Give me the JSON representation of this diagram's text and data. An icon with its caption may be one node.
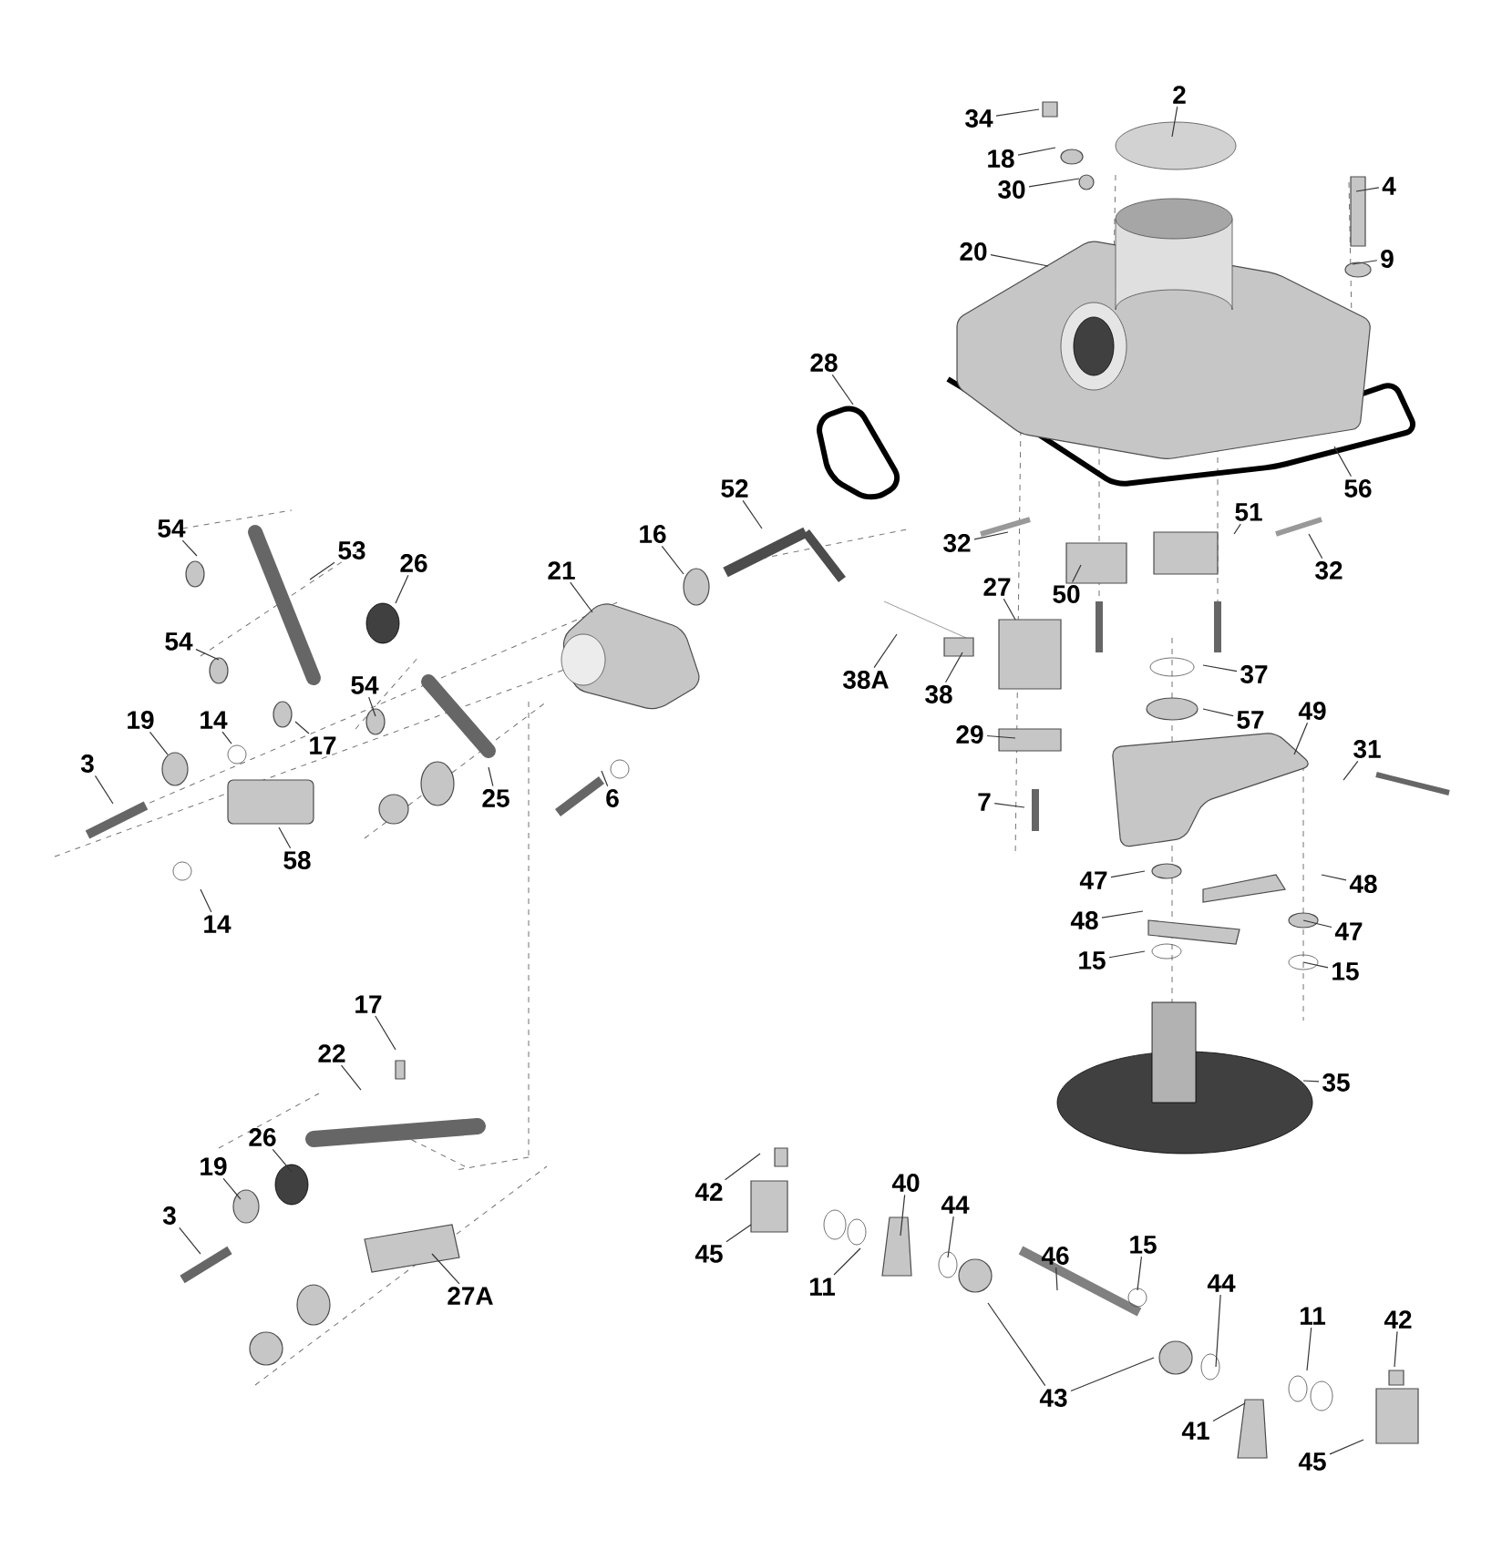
{
  "diagram": {
    "nodes": [
      {
        "text": [
          "34"
        ]
      },
      {
        "text": [
          "18"
        ]
      },
      {
        "text": [
          "30"
        ]
      },
      {
        "text": [
          "2"
        ]
      },
      {
        "text": [
          "4"
        ]
      },
      {
        "text": [
          "9"
        ]
      },
      {
        "text": [
          "20"
        ]
      },
      {
        "text": [
          "28"
        ]
      },
      {
        "text": [
          "56"
        ]
      },
      {
        "text": [
          "52"
        ]
      },
      {
        "text": [
          "32"
        ]
      },
      {
        "text": [
          "51"
        ]
      },
      {
        "text": [
          "32"
        ]
      },
      {
        "text": [
          "16"
        ]
      },
      {
        "text": [
          "21"
        ]
      },
      {
        "text": [
          "54"
        ]
      },
      {
        "text": [
          "53"
        ]
      },
      {
        "text": [
          "26"
        ]
      },
      {
        "text": [
          "54"
        ]
      },
      {
        "text": [
          "27"
        ]
      },
      {
        "text": [
          "50"
        ]
      },
      {
        "text": [
          "38A"
        ]
      },
      {
        "text": [
          "38"
        ]
      },
      {
        "text": [
          "37"
        ]
      },
      {
        "text": [
          "57"
        ]
      },
      {
        "text": [
          "49"
        ]
      },
      {
        "text": [
          "31"
        ]
      },
      {
        "text": [
          "29"
        ]
      },
      {
        "text": [
          "7"
        ]
      },
      {
        "text": [
          "47"
        ]
      },
      {
        "text": [
          "48"
        ]
      },
      {
        "text": [
          "48"
        ]
      },
      {
        "text": [
          "47"
        ]
      },
      {
        "text": [
          "15"
        ]
      },
      {
        "text": [
          "15"
        ]
      },
      {
        "text": [
          "35"
        ]
      },
      {
        "text": [
          "19"
        ]
      },
      {
        "text": [
          "14"
        ]
      },
      {
        "text": [
          "54"
        ]
      },
      {
        "text": [
          "17"
        ]
      },
      {
        "text": [
          "3"
        ]
      },
      {
        "text": [
          "25"
        ]
      },
      {
        "text": [
          "6"
        ]
      },
      {
        "text": [
          "58"
        ]
      },
      {
        "text": [
          "14"
        ]
      },
      {
        "text": [
          "17"
        ]
      },
      {
        "text": [
          "22"
        ]
      },
      {
        "text": [
          "26"
        ]
      },
      {
        "text": [
          "19"
        ]
      },
      {
        "text": [
          "3"
        ]
      },
      {
        "text": [
          "27A"
        ]
      },
      {
        "text": [
          "42"
        ]
      },
      {
        "text": [
          "45"
        ]
      },
      {
        "text": [
          "40"
        ]
      },
      {
        "text": [
          "44"
        ]
      },
      {
        "text": [
          "11"
        ]
      },
      {
        "text": [
          "46"
        ]
      },
      {
        "text": [
          "15"
        ]
      },
      {
        "text": [
          "43"
        ]
      },
      {
        "text": [
          "44"
        ]
      },
      {
        "text": [
          "11"
        ]
      },
      {
        "text": [
          "42"
        ]
      },
      {
        "text": [
          "41"
        ]
      },
      {
        "text": [
          "45"
        ]
      }
    ],
    "edges": [
      {
        "from": 0,
        "to": null,
        "arrow": "none"
      },
      {
        "from": 1,
        "to": null,
        "arrow": "none"
      },
      {
        "from": 2,
        "to": null,
        "arrow": "none"
      },
      {
        "from": 3,
        "to": null,
        "arrow": "none"
      },
      {
        "from": 4,
        "to": null,
        "arrow": "none"
      },
      {
        "from": 5,
        "to": null,
        "arrow": "none"
      },
      {
        "from": 6,
        "to": null,
        "arrow": "none"
      },
      {
        "from": 7,
        "to": null,
        "arrow": "none"
      },
      {
        "from": 8,
        "to": null,
        "arrow": "none"
      },
      {
        "from": 9,
        "to": null,
        "arrow": "none"
      },
      {
        "from": 10,
        "to": null,
        "arrow": "none"
      },
      {
        "from": 11,
        "to": null,
        "arrow": "none"
      },
      {
        "from": 12,
        "to": null,
        "arrow": "none"
      },
      {
        "from": 13,
        "to": null,
        "arrow": "none"
      },
      {
        "from": 14,
        "to": null,
        "arrow": "none"
      },
      {
        "from": 15,
        "to": null,
        "arrow": "none"
      },
      {
        "from": 16,
        "to": null,
        "arrow": "none"
      },
      {
        "from": 17,
        "to": null,
        "arrow": "none"
      },
      {
        "from": 18,
        "to": null,
        "arrow": "none"
      },
      {
        "from": 19,
        "to": null,
        "arrow": "none"
      },
      {
        "from": 20,
        "to": null,
        "arrow": "none"
      },
      {
        "from": 21,
        "to": null,
        "arrow": "none"
      },
      {
        "from": 22,
        "to": null,
        "arrow": "none"
      },
      {
        "from": 23,
        "to": null,
        "arrow": "none"
      },
      {
        "from": 24,
        "to": null,
        "arrow": "none"
      },
      {
        "from": 25,
        "to": null,
        "arrow": "none"
      },
      {
        "from": 26,
        "to": null,
        "arrow": "none"
      },
      {
        "from": 27,
        "to": null,
        "arrow": "none"
      },
      {
        "from": 28,
        "to": null,
        "arrow": "none"
      },
      {
        "from": 29,
        "to": null,
        "arrow": "none"
      },
      {
        "from": 30,
        "to": null,
        "arrow": "none"
      },
      {
        "from": 31,
        "to": null,
        "arrow": "none"
      },
      {
        "from": 32,
        "to": null,
        "arrow": "none"
      },
      {
        "from": 33,
        "to": null,
        "arrow": "none"
      },
      {
        "from": 34,
        "to": null,
        "arrow": "none"
      },
      {
        "from": 35,
        "to": null,
        "arrow": "none"
      },
      {
        "from": 36,
        "to": null,
        "arrow": "none"
      },
      {
        "from": 37,
        "to": null,
        "arrow": "none"
      },
      {
        "from": 38,
        "to": null,
        "arrow": "none"
      },
      {
        "from": 39,
        "to": null,
        "arrow": "none"
      },
      {
        "from": 40,
        "to": null,
        "arrow": "none"
      },
      {
        "from": 41,
        "to": null,
        "arrow": "none"
      },
      {
        "from": 42,
        "to": null,
        "arrow": "none"
      },
      {
        "from": 43,
        "to": null,
        "arrow": "none"
      },
      {
        "from": 44,
        "to": null,
        "arrow": "none"
      },
      {
        "from": 45,
        "to": null,
        "arrow": "none"
      },
      {
        "from": 46,
        "to": null,
        "arrow": "none"
      },
      {
        "from": 47,
        "to": null,
        "arrow": "none"
      },
      {
        "from": 48,
        "to": null,
        "arrow": "none"
      },
      {
        "from": 49,
        "to": null,
        "arrow": "none"
      },
      {
        "from": 50,
        "to": null,
        "arrow": "none"
      },
      {
        "from": 51,
        "to": null,
        "arrow": "none"
      },
      {
        "from": 52,
        "to": null,
        "arrow": "none"
      },
      {
        "from": 53,
        "to": null,
        "arrow": "none"
      },
      {
        "from": 54,
        "to": null,
        "arrow": "none"
      },
      {
        "from": 55,
        "to": null,
        "arrow": "none"
      },
      {
        "from": 56,
        "to": null,
        "arrow": "none"
      },
      {
        "from": 57,
        "to": null,
        "arrow": "none"
      },
      {
        "from": 58,
        "to": null,
        "arrow": "none"
      },
      {
        "from": 58,
        "to": null,
        "arrow": "none"
      },
      {
        "from": 59,
        "to": null,
        "arrow": "none"
      },
      {
        "from": 60,
        "to": null,
        "arrow": "none"
      },
      {
        "from": 61,
        "to": null,
        "arrow": "none"
      },
      {
        "from": 62,
        "to": null,
        "arrow": "none"
      },
      {
        "from": 63,
        "to": null,
        "arrow": "none"
      }
    ]
  }
}
